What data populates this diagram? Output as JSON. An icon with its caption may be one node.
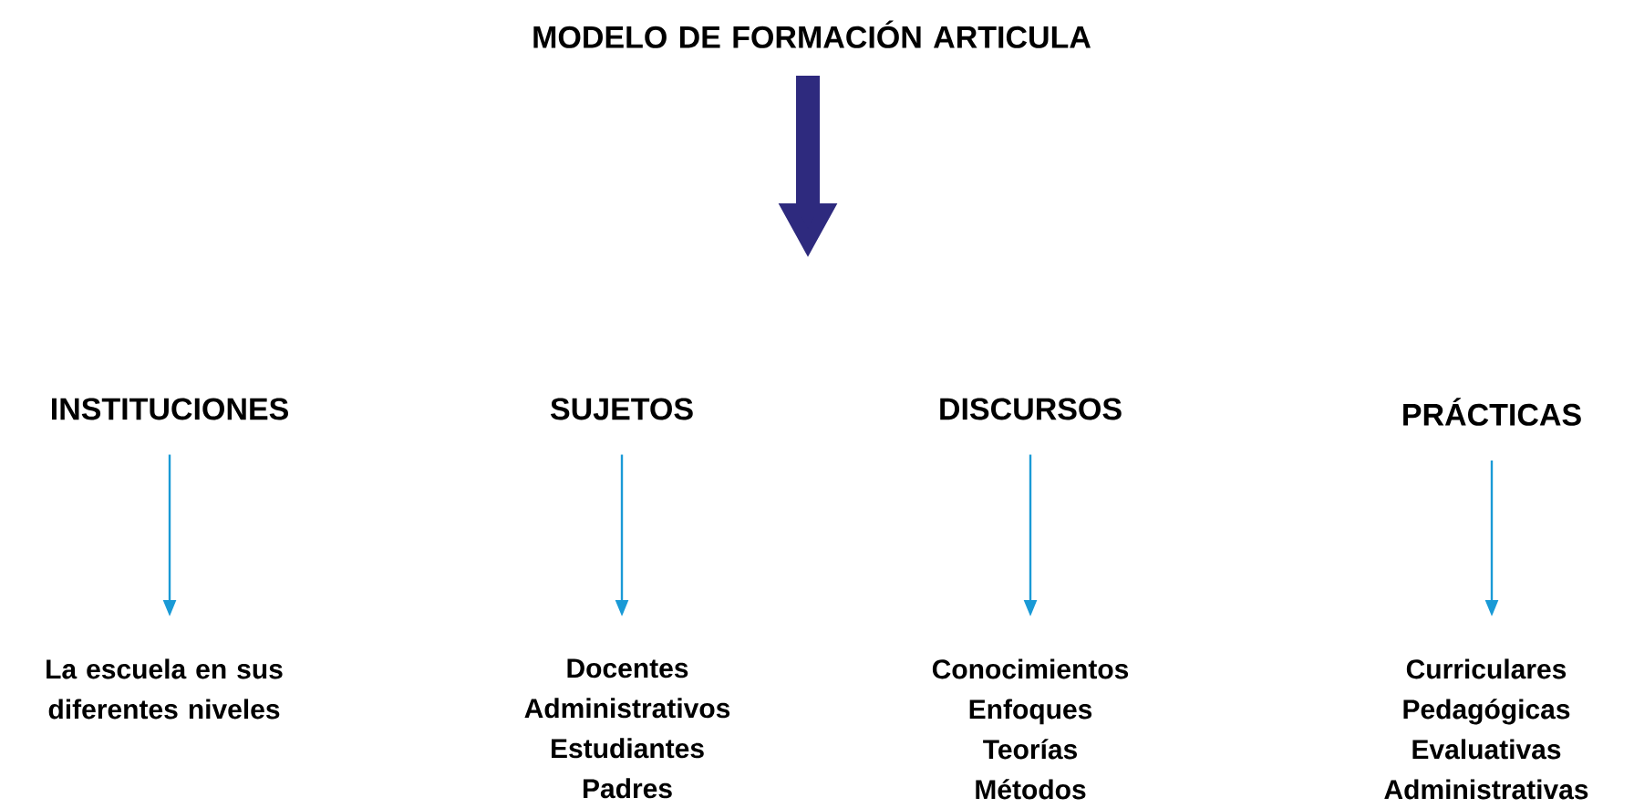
{
  "diagram": {
    "nodes": [
      {
        "text": [
          "MODELO DE FORMACIÓN ARTICULA"
        ]
      },
      {
        "text": [
          "INSTITUCIONES"
        ]
      },
      {
        "text": [
          "SUJETOS"
        ]
      },
      {
        "text": [
          "DISCURSOS"
        ]
      },
      {
        "text": [
          "PRÁCTICAS"
        ]
      },
      {
        "text": [
          "La escuela en sus diferentes niveles"
        ]
      },
      {
        "text": [
          "Docentes",
          "Administrativos",
          "Estudiantes",
          "Padres"
        ]
      },
      {
        "text": [
          "Conocimientos",
          "Enfoques",
          "Teorías",
          "Métodos"
        ]
      },
      {
        "text": [
          "Curriculares",
          "Pedagógicas",
          "Evaluativas",
          "Administrativas"
        ]
      }
    ],
    "edges": [
      {
        "from": 0,
        "to": null,
        "arrow": "to",
        "style": "thick",
        "color": "#2e2a7e"
      },
      {
        "from": 1,
        "to": 5,
        "arrow": "to"
      },
      {
        "from": 2,
        "to": 6,
        "arrow": "to"
      },
      {
        "from": 3,
        "to": 7,
        "arrow": "to"
      },
      {
        "from": 4,
        "to": 8,
        "arrow": "to"
      }
    ]
  }
}
